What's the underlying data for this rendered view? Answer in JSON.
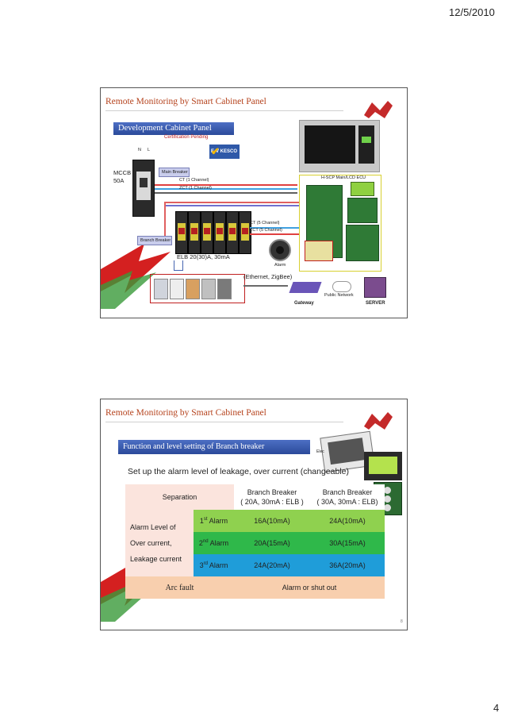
{
  "header": {
    "date": "12/5/2010"
  },
  "footer": {
    "page_number": "4"
  },
  "slide1": {
    "title": "Remote Monitoring by Smart Cabinet Panel",
    "banner": "Development Cabinet Panel",
    "banner_sub": "Certification Pending",
    "kesco_logo": "E-V KESCO",
    "n_label": "N",
    "l_label": "L",
    "mccb_label": "MCCB",
    "mccb_rating": "50A",
    "main_breaker": "Main Breaker",
    "ct_1ch": "CT (1 Channel)",
    "zct_1ch": "ZCT (1 Channel)",
    "ct_5ch": "CT (5 Channel)",
    "zct_5ch": "ZCT (5 Channel)",
    "branch_breaker": "Branch Breaker",
    "elb": "ELB 20(30)A, 30mA",
    "ecu_label": "H-SCP Main/LCD ECU",
    "alarm": "Alarm",
    "ethernet": "(Ethernet, ZigBee)",
    "public_network": "Public Network",
    "gateway": "Gateway",
    "server": "SERVER"
  },
  "slide2": {
    "title": "Remote Monitoring by Smart Cabinet Panel",
    "banner": "Function and level setting of Branch breaker",
    "photo_caption": "Elec",
    "setup_text": "Set up the alarm level of leakage, over current (changeable)",
    "table": {
      "col_separation": "Separation",
      "col1_line1": "Branch Breaker",
      "col1_line2": "( 20A, 30mA : ELB )",
      "col2_line1": "Branch Breaker",
      "col2_line2": "( 30A, 30mA : ELB)",
      "row_header_lines": [
        "Alarm Level of",
        "Over current,",
        "Leakage current"
      ],
      "alarms": [
        {
          "num": "1",
          "sup": "st",
          "word": " Alarm",
          "v20": "16A(10mA)",
          "v30": "24A(10mA)"
        },
        {
          "num": "2",
          "sup": "nd",
          "word": " Alarm",
          "v20": "20A(15mA)",
          "v30": "30A(15mA)"
        },
        {
          "num": "3",
          "sup": "rd",
          "word": " Alarm",
          "v20": "24A(20mA)",
          "v30": "36A(20mA)"
        }
      ],
      "arc_fault": "Arc fault",
      "arc_action": "Alarm or shut out"
    },
    "slide_number": "8"
  },
  "colors": {
    "title_orange": "#b5421c",
    "banner_blue": "#2b4a9a",
    "alarm1_green": "#8fd14f",
    "alarm2_green": "#2fb84a",
    "alarm3_blue": "#1f9dd9",
    "arc_peach": "#f8cfae"
  }
}
